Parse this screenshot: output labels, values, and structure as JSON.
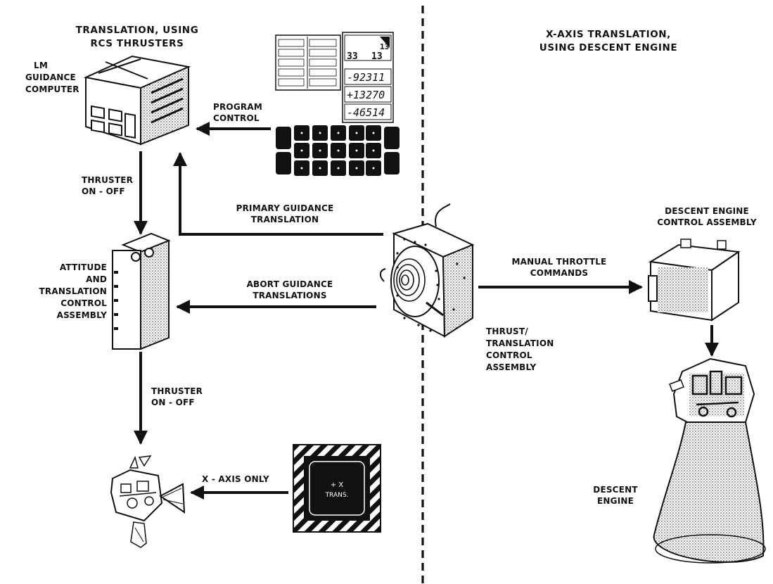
{
  "headings": {
    "left": [
      "TRANSLATION, USING",
      "RCS THRUSTERS"
    ],
    "right": [
      "X-AXIS TRANSLATION,",
      "USING DESCENT ENGINE"
    ]
  },
  "labels": {
    "lm_guidance_computer": [
      "LM",
      "GUIDANCE",
      "COMPUTER"
    ],
    "program_control": [
      "PROGRAM",
      "CONTROL"
    ],
    "thruster_on_off_1": [
      "THRUSTER",
      "ON - OFF"
    ],
    "primary_guidance": [
      "PRIMARY GUIDANCE",
      "TRANSLATION"
    ],
    "atca": [
      "ATTITUDE",
      "AND",
      "TRANSLATION",
      "CONTROL",
      "ASSEMBLY"
    ],
    "abort_guidance": [
      "ABORT GUIDANCE",
      "TRANSLATIONS"
    ],
    "thruster_on_off_2": [
      "THRUSTER",
      "ON - OFF"
    ],
    "x_axis_only": "X - AXIS ONLY",
    "manual_throttle": [
      "MANUAL THROTTLE",
      "COMMANDS"
    ],
    "ttca": [
      "THRUST/",
      "TRANSLATION",
      "CONTROL",
      "ASSEMBLY"
    ],
    "decs": [
      "DESCENT ENGINE",
      "CONTROL ASSEMBLY"
    ],
    "descent_engine": [
      "DESCENT",
      "ENGINE"
    ]
  },
  "dsky": {
    "registers": [
      "-92311",
      "+13270",
      "-46514"
    ],
    "prog_value": "13",
    "verb_value": "33",
    "noun_value": "13"
  },
  "trans_panel": [
    "+ X",
    "TRANS."
  ]
}
